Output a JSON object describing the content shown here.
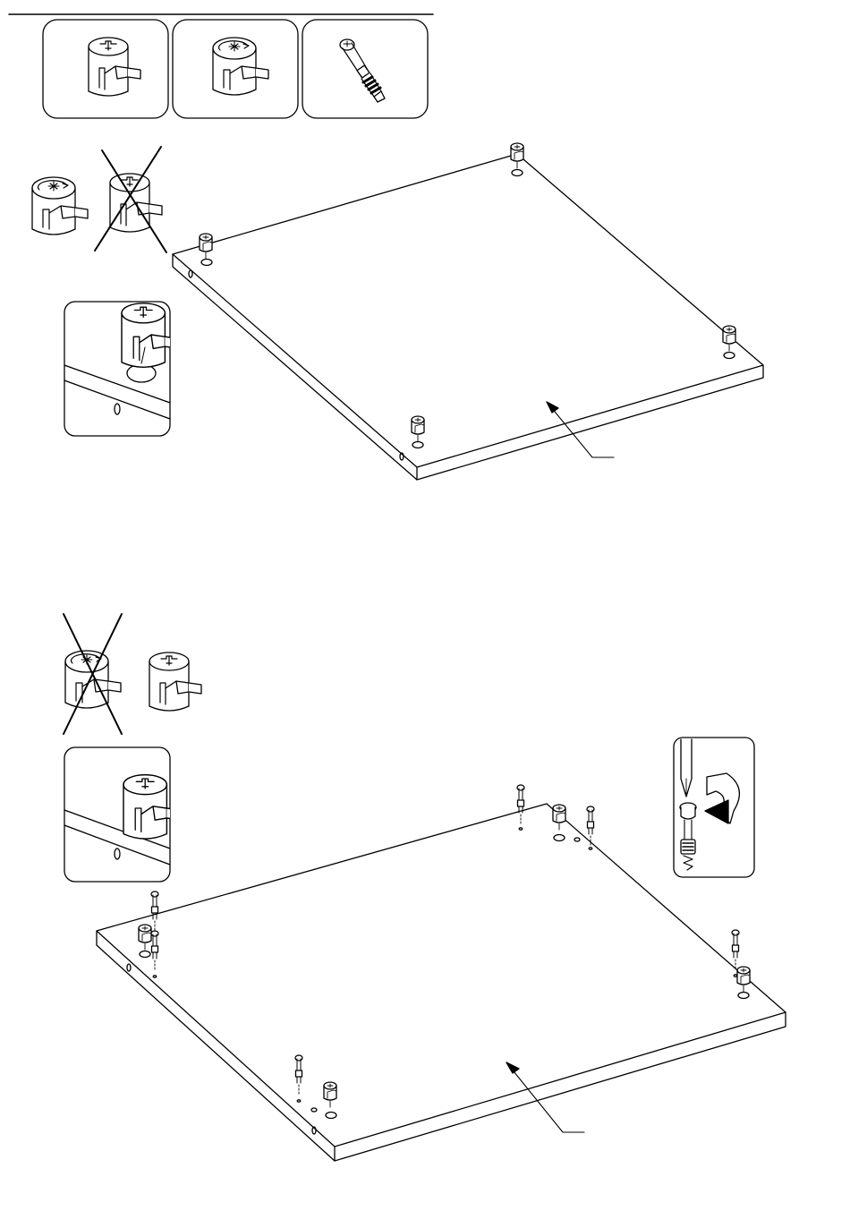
{
  "figure": {
    "description_free": true,
    "line_color": "#000000",
    "background_color": "#ffffff",
    "fill_light": "#ffffff"
  },
  "parts_row": [
    {
      "name": "cam-lock-plain",
      "icon": "cam-lock-icon"
    },
    {
      "name": "cam-lock-arrow",
      "icon": "cam-lock-arrow-icon"
    },
    {
      "name": "cam-dowel-bolt",
      "icon": "cam-bolt-icon"
    }
  ],
  "step1": {
    "correct_part": "cam-lock-arrow-icon",
    "wrong_part": "cam-lock-plain-icon"
  },
  "step2": {
    "correct_part": "cam-lock-plain-icon",
    "wrong_part": "cam-lock-arrow-icon",
    "tool": "screwdriver-icon"
  }
}
